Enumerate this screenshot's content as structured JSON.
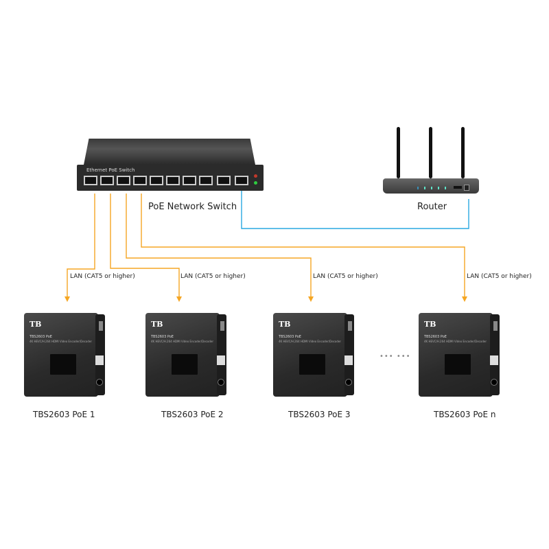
{
  "colors": {
    "lan_wire": "#F5A623",
    "uplink_wire": "#29A8E0",
    "text": "#222222"
  },
  "switch": {
    "label": "PoE Network Switch",
    "panel_text": "Ethernet PoE Switch",
    "icon": "network-switch-icon"
  },
  "router": {
    "label": "Router",
    "icon": "wifi-router-icon"
  },
  "links": [
    {
      "label": "LAN  (CAT5 or higher)",
      "to": "TBS2603 PoE 1"
    },
    {
      "label": "LAN  (CAT5 or higher)",
      "to": "TBS2603 PoE 2"
    },
    {
      "label": "LAN  (CAT5 or higher)",
      "to": "TBS2603 PoE 3"
    },
    {
      "label": "LAN  (CAT5 or higher)",
      "to": "TBS2603 PoE n"
    }
  ],
  "devices": [
    {
      "label": "TBS2603 PoE 1",
      "panel_name": "TBS2603 PoE",
      "panel_sub": "4K HEVC/H.264 HDMI Video Encoder/Decoder"
    },
    {
      "label": "TBS2603 PoE 2",
      "panel_name": "TBS2603 PoE",
      "panel_sub": "4K HEVC/H.264 HDMI Video Encoder/Decoder"
    },
    {
      "label": "TBS2603 PoE 3",
      "panel_name": "TBS2603 PoE",
      "panel_sub": "4K HEVC/H.264 HDMI Video Encoder/Decoder"
    },
    {
      "label": "TBS2603 PoE n",
      "panel_name": "TBS2603 PoE",
      "panel_sub": "4K HEVC/H.264 HDMI Video Encoder/Decoder"
    }
  ],
  "ellipsis": "••• •••"
}
